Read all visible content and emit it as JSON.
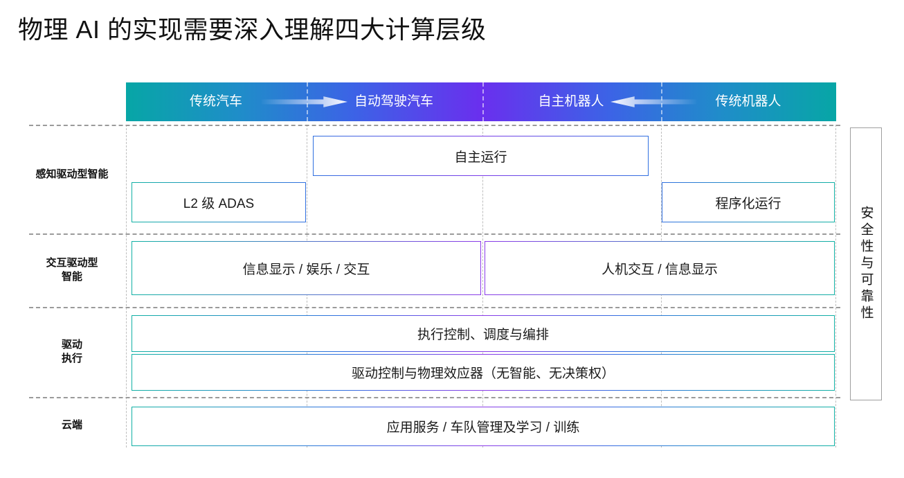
{
  "title": "物理 AI 的实现需要深入理解四大计算层级",
  "colors": {
    "teal": "#07a6a6",
    "blue": "#2f6fe0",
    "purple": "#6a2fee",
    "divider_gray": "#bdbdbd",
    "panel_border": "#9e9e9e"
  },
  "header_band": {
    "labels": [
      "传统汽车",
      "自动驾驶汽车",
      "自主机器人",
      "传统机器人"
    ],
    "arrows": [
      {
        "name": "right-arrow",
        "direction": "right"
      },
      {
        "name": "left-arrow",
        "direction": "left"
      }
    ]
  },
  "rows": [
    {
      "label": "感知驱动型智能",
      "label_lines": [
        "感知驱动型智能"
      ]
    },
    {
      "label": "交互驱动型智能",
      "label_lines": [
        "交互驱动型",
        "智能"
      ]
    },
    {
      "label": "驱动执行",
      "label_lines": [
        "驱动",
        "执行"
      ]
    },
    {
      "label": "云端",
      "label_lines": [
        "云端"
      ]
    }
  ],
  "boxes": {
    "autonomous_operation": "自主运行",
    "l2_adas": "L2 级 ADAS",
    "programmed_operation": "程序化运行",
    "infotainment": "信息显示 / 娱乐 / 交互",
    "hmi_display": "人机交互 / 信息显示",
    "execution_control": "执行控制、调度与编排",
    "actuation_control": "驱动控制与物理效应器（无智能、无决策权）",
    "cloud_services": "应用服务 / 车队管理及学习 / 训练"
  },
  "side_panel": {
    "text": "安全性与可靠性"
  }
}
